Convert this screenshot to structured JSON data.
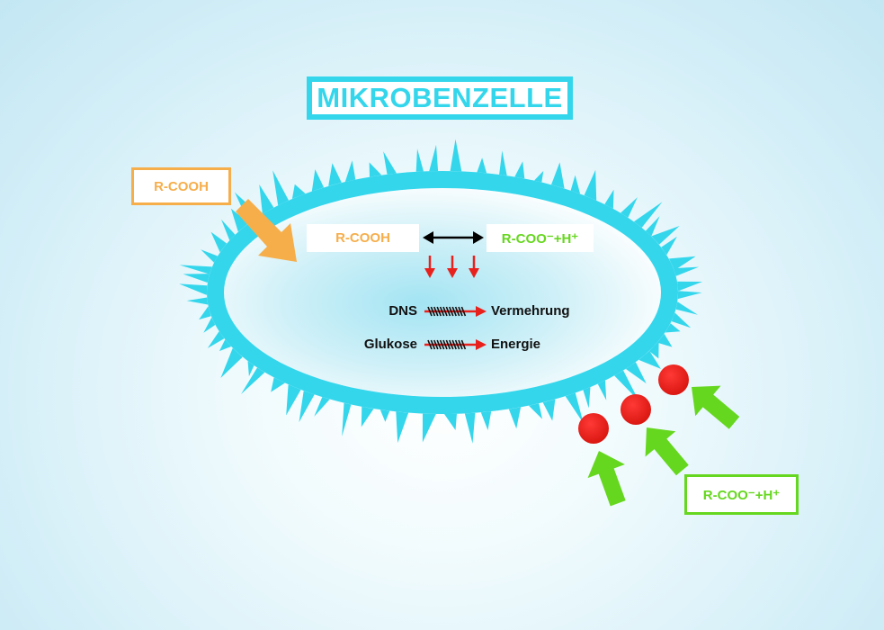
{
  "title": "MIKROBENZELLE",
  "outside_acid": "R-COOH",
  "inside_acid": "R-COOH",
  "inside_ion": "R-COO⁻+H⁺",
  "outside_ion": "R-COO⁻+H⁺",
  "processes": [
    {
      "from": "DNS",
      "to": "Vermehrung"
    },
    {
      "from": "Glukose",
      "to": "Energie"
    }
  ],
  "colors": {
    "cell_membrane": "#34d6ec",
    "acid": "#f6ae4b",
    "ion": "#66d71f",
    "inhibit_arrow": "#e8211d",
    "proton": "#e8211d"
  }
}
